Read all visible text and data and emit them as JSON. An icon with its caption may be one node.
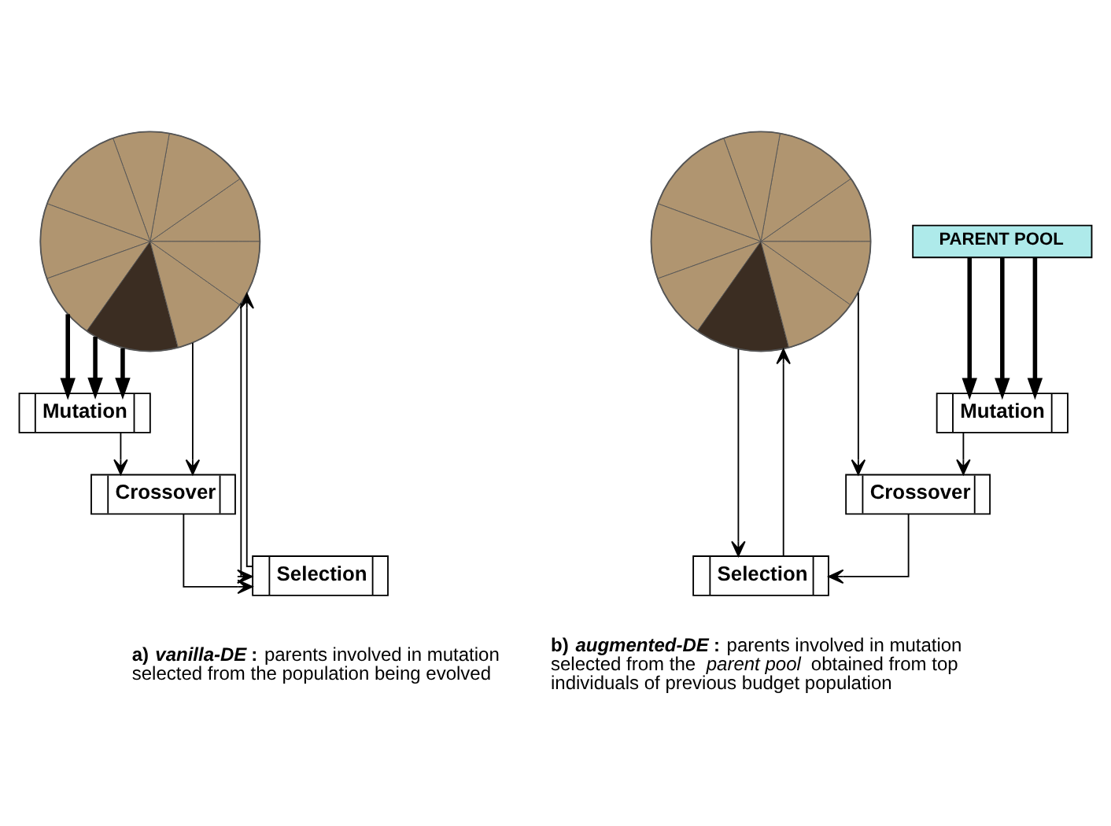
{
  "diagram": {
    "nodes": [
      {
        "text": [],
        "shape": "circle"
      },
      {
        "text": [
          "Mutation"
        ]
      },
      {
        "text": [
          "Crossover"
        ]
      },
      {
        "text": [
          "Selection"
        ]
      },
      {
        "text": [],
        "shape": "circle"
      },
      {
        "text": [
          "PARENT POOL"
        ]
      },
      {
        "text": [
          "Mutation"
        ]
      },
      {
        "text": [
          "Crossover"
        ]
      },
      {
        "text": [
          "Selection"
        ]
      }
    ],
    "edges": [
      {
        "from": 0,
        "to": 2,
        "arrow": "to"
      },
      {
        "from": 0,
        "to": 3,
        "arrow": "to"
      },
      {
        "from": 3,
        "to": 0,
        "arrow": "to"
      },
      {
        "from": 0,
        "to": 1,
        "arrow": "to",
        "style": "thick"
      },
      {
        "from": 0,
        "to": 1,
        "arrow": "to",
        "style": "thick"
      },
      {
        "from": 0,
        "to": 1,
        "arrow": "to",
        "style": "thick"
      },
      {
        "from": 1,
        "to": 2,
        "arrow": "to"
      },
      {
        "from": 2,
        "to": 3,
        "arrow": "to"
      },
      {
        "from": 4,
        "to": 7,
        "arrow": "to"
      },
      {
        "from": 4,
        "to": 8,
        "arrow": "to"
      },
      {
        "from": 8,
        "to": 4,
        "arrow": "to"
      },
      {
        "from": 5,
        "to": 6,
        "arrow": "to",
        "style": "thick"
      },
      {
        "from": 5,
        "to": 6,
        "arrow": "to",
        "style": "thick"
      },
      {
        "from": 5,
        "to": 6,
        "arrow": "to",
        "style": "thick"
      },
      {
        "from": 6,
        "to": 7,
        "arrow": "to"
      },
      {
        "from": 7,
        "to": 8,
        "arrow": "to"
      }
    ],
    "labels": [
      "**a) *vanilla-DE*:** parents involved in mutation selected from the population being evolved",
      "**b) *augmented-DE*:** parents involved in mutation selected from the *parent pool* obtained from top individuals of previous budget population"
    ]
  }
}
